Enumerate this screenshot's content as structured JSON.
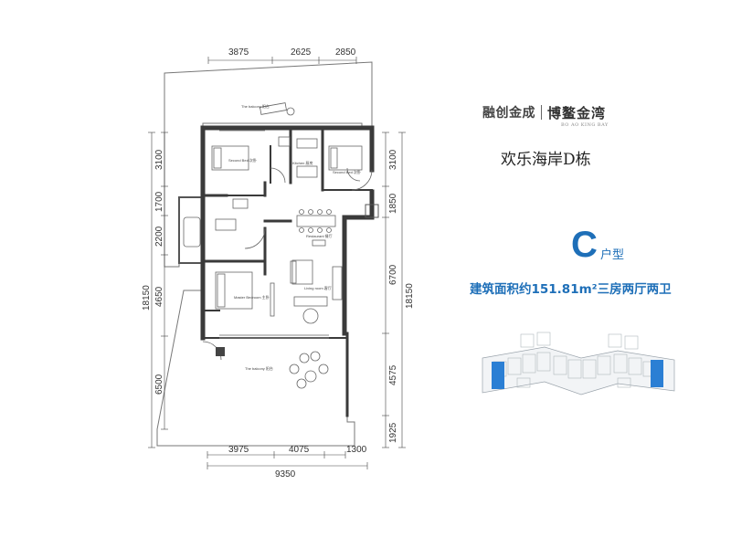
{
  "brand": {
    "name_a": "融创金成",
    "name_b": "博鳌金湾",
    "name_en": "BO AO KING BAY"
  },
  "building": "欢乐海岸D栋",
  "unit": {
    "letter": "C",
    "suffix": "户型"
  },
  "area": {
    "prefix": "建筑面积约",
    "value": "151.81",
    "unit": "m²",
    "layout": "三房两厅两卫"
  },
  "dims": {
    "top": [
      "3875",
      "2625",
      "2850"
    ],
    "bottom_parts": [
      "3975",
      "4075",
      "1300"
    ],
    "bottom_total": "9350",
    "left": [
      "3100",
      "1700",
      "2200",
      "4650",
      "6500"
    ],
    "left_total": "18150",
    "right": [
      "3100",
      "1850",
      "6700",
      "4575",
      "1925"
    ],
    "right_total": "18150"
  },
  "rooms": {
    "balcony_top": "The balcony 阳台",
    "master_bed": "Second Bed 次卧",
    "kitchen": "Kitchen 厨房",
    "second_bed": "Second Bed 次卧",
    "restaurant": "Restaurant 餐厅",
    "master_bedroom": "Master Bedroom 主卧",
    "living_room": "Living room 客厅",
    "balcony_bottom": "The balcony 阳台"
  },
  "colors": {
    "accent": "#1e6fb8",
    "wall": "#3a3a3a",
    "keyplan_highlight": "#2b7fd4"
  }
}
